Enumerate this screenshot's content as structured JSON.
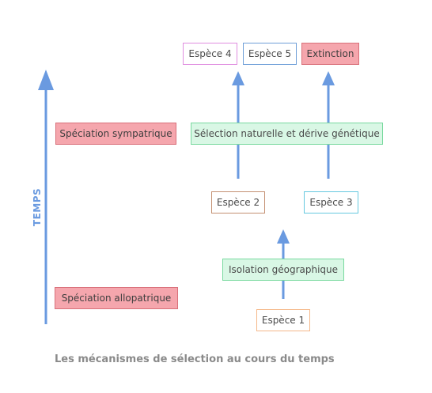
{
  "diagram": {
    "axis_label": "TEMPS",
    "caption": "Les mécanismes de sélection au cours du temps",
    "boxes": {
      "espece4": "Espèce 4",
      "espece5": "Espèce 5",
      "extinction": "Extinction",
      "speciation_sympatrique": "Spéciation sympatrique",
      "selection": "Sélection naturelle et dérive génétique",
      "espece2": "Espèce 2",
      "espece3": "Espèce 3",
      "isolation": "Isolation géographique",
      "speciation_allopatrique": "Spéciation allopatrique",
      "espece1": "Espèce 1"
    },
    "colors": {
      "arrow": "#6a9ae0",
      "pink_border": "#e08ee0",
      "blue_border": "#6f9fd8",
      "red_fill": "#f5a6ad",
      "red_border": "#d9707a",
      "green_fill": "#d9f7e5",
      "green_border": "#79d99f",
      "brown_border": "#c49072",
      "cyan_border": "#67c9e0",
      "orange_border": "#f5b889"
    }
  }
}
